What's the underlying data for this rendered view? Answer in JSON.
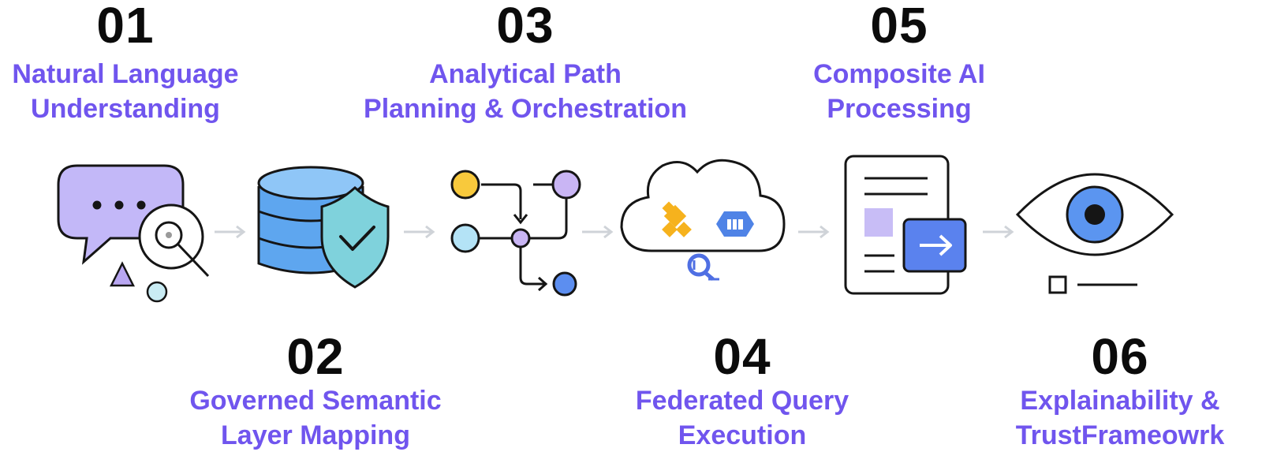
{
  "steps": [
    {
      "number": "01",
      "lines": [
        "Natural Language",
        "Understanding"
      ]
    },
    {
      "number": "02",
      "lines": [
        "Governed Semantic",
        "Layer Mapping"
      ]
    },
    {
      "number": "03",
      "lines": [
        "Analytical Path",
        "Planning & Orchestration"
      ]
    },
    {
      "number": "04",
      "lines": [
        "Federated Query",
        "Execution"
      ]
    },
    {
      "number": "05",
      "lines": [
        "Composite AI",
        "Processing"
      ]
    },
    {
      "number": "06",
      "lines": [
        "Explainability &",
        "TrustFrameowrk"
      ]
    }
  ],
  "icons": [
    "chat-search-icon",
    "database-shield-icon",
    "path-graph-icon",
    "cloud-services-icon",
    "document-arrow-icon",
    "eye-icon"
  ],
  "colors": {
    "label": "#7055ee",
    "number": "#0b0b0b",
    "arrow": "#cfd3d8"
  }
}
